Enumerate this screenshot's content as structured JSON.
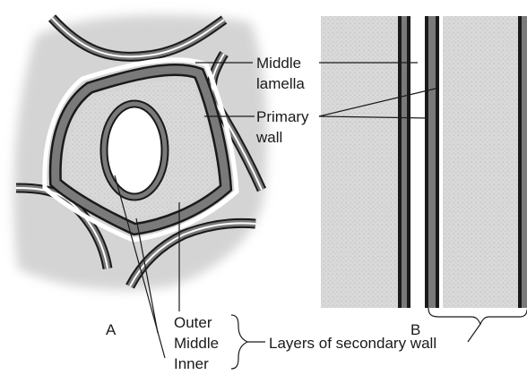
{
  "diagram": {
    "labels": {
      "middle_lamella": [
        "Middle",
        "lamella"
      ],
      "primary_wall": [
        "Primary",
        "wall"
      ],
      "panel_a": "A",
      "panel_b": "B",
      "outer": "Outer",
      "middle": "Middle",
      "inner": "Inner",
      "layers": "Layers of secondary wall"
    },
    "colors": {
      "cell_fill": "#d8d8d8",
      "wall_gray": "#7a7a7a",
      "line_dark": "#1a1a1a",
      "lamella": "#ffffff"
    }
  }
}
